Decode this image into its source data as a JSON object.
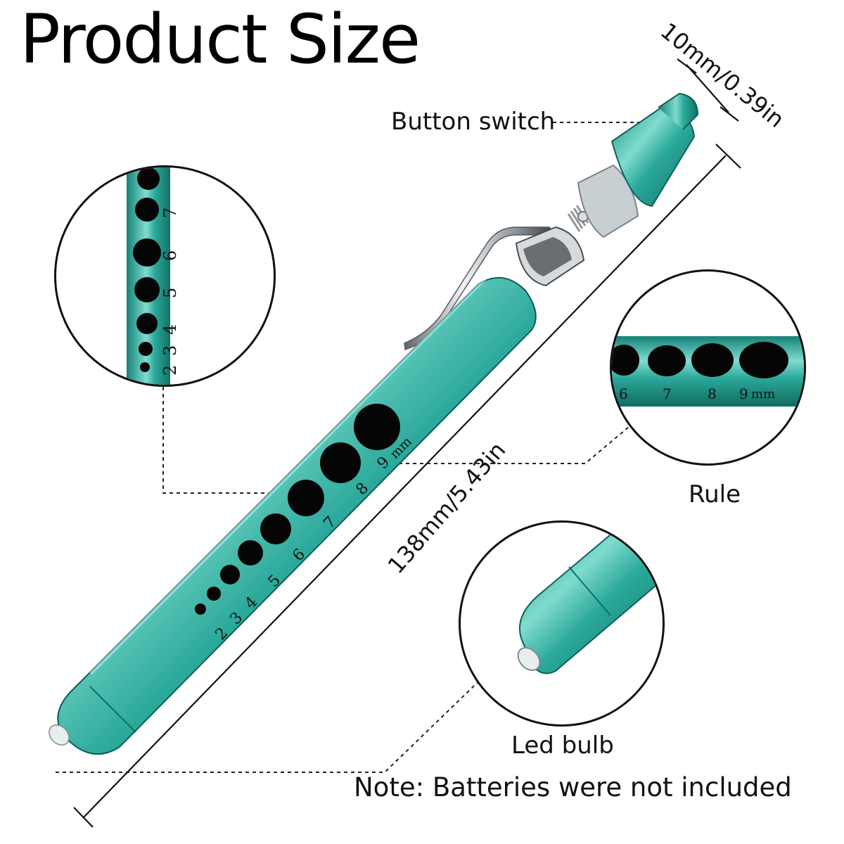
{
  "title": "Product Size",
  "labels": {
    "button_switch": "Button switch",
    "rule": "Rule",
    "led_bulb": "Led bulb",
    "note": "Note: Batteries were not included"
  },
  "dimensions": {
    "diameter": "10mm/0.39in",
    "length": "138mm/5.43in"
  },
  "pen": {
    "gauge_numbers": [
      "2",
      "3",
      "4",
      "5",
      "6",
      "7",
      "8",
      "9"
    ],
    "gauge_unit": "mm"
  },
  "rule_zoom": {
    "numbers": [
      "6",
      "7",
      "8",
      "9"
    ],
    "unit": "mm"
  },
  "dots_zoom": {
    "numbers": [
      "2",
      "3",
      "4",
      "5",
      "6",
      "7"
    ]
  },
  "colors": {
    "pen_teal": "#2aa89a",
    "pen_teal_dark": "#167a70",
    "pen_teal_light": "#7fdccf",
    "metal": "#9ea4a8",
    "dot_black": "#050505"
  },
  "icons": {
    "bulb": "led-bulb-icon",
    "clip": "pen-clip-icon",
    "spring": "spring-icon"
  }
}
